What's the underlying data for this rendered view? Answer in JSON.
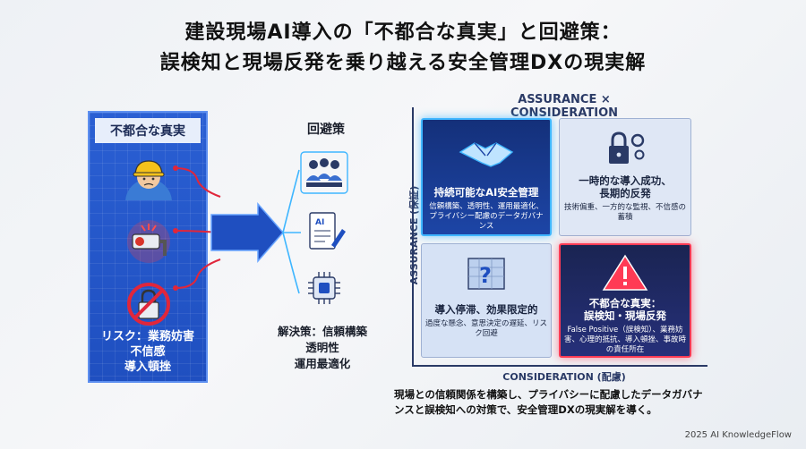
{
  "title": {
    "line1": "建設現場AI導入の「不都合な真実」と回避策：",
    "line2": "誤検知と現場反発を乗り越える安全管理DXの現実解"
  },
  "left_panel": {
    "heading": "不都合な真実",
    "risk_lines": [
      "リスク：業務妨害",
      "不信感",
      "導入頓挫"
    ]
  },
  "middle": {
    "heading": "回避策",
    "solution_lines": [
      "解決策：信頼構築",
      "透明性",
      "運用最適化"
    ]
  },
  "quadrant": {
    "title": "ASSURANCE × CONSIDERATION",
    "y_axis_label": "ASSURANCE (保証)",
    "x_axis_label": "CONSIDERATION (配慮)",
    "top_left": {
      "heading": "持続可能なAI安全管理",
      "detail": "信頼構築、透明性、運用最適化、プライバシー配慮のデータガバナンス"
    },
    "top_right": {
      "heading_line1": "一時的な導入成功、",
      "heading_line2": "長期的反発",
      "detail": "技術偏重、一方的な監視、不信感の蓄積"
    },
    "bottom_left": {
      "heading_line1": "導入停滞、効果限定的",
      "detail": "過度な懸念、意思決定の遅延、リスク回避"
    },
    "bottom_right": {
      "heading_line1": "不都合な真実：",
      "heading_line2": "誤検知・現場反発",
      "detail": "False Positive（誤検知）、業務妨害、心理的抵抗、導入頓挫、事故時の責任所在"
    }
  },
  "summary": {
    "line1": "現場との信頼関係を構築し、プライバシーに配慮したデータガバナ",
    "line2": "ンスと誤検知への対策で、安全管理DXの現実解を導く。"
  },
  "credit": "2025 AI KnowledgeFlow",
  "colors": {
    "accent_blue": "#1f4fc0",
    "alert_red": "#ff3b55",
    "glow_cyan": "#3fb6ff"
  }
}
